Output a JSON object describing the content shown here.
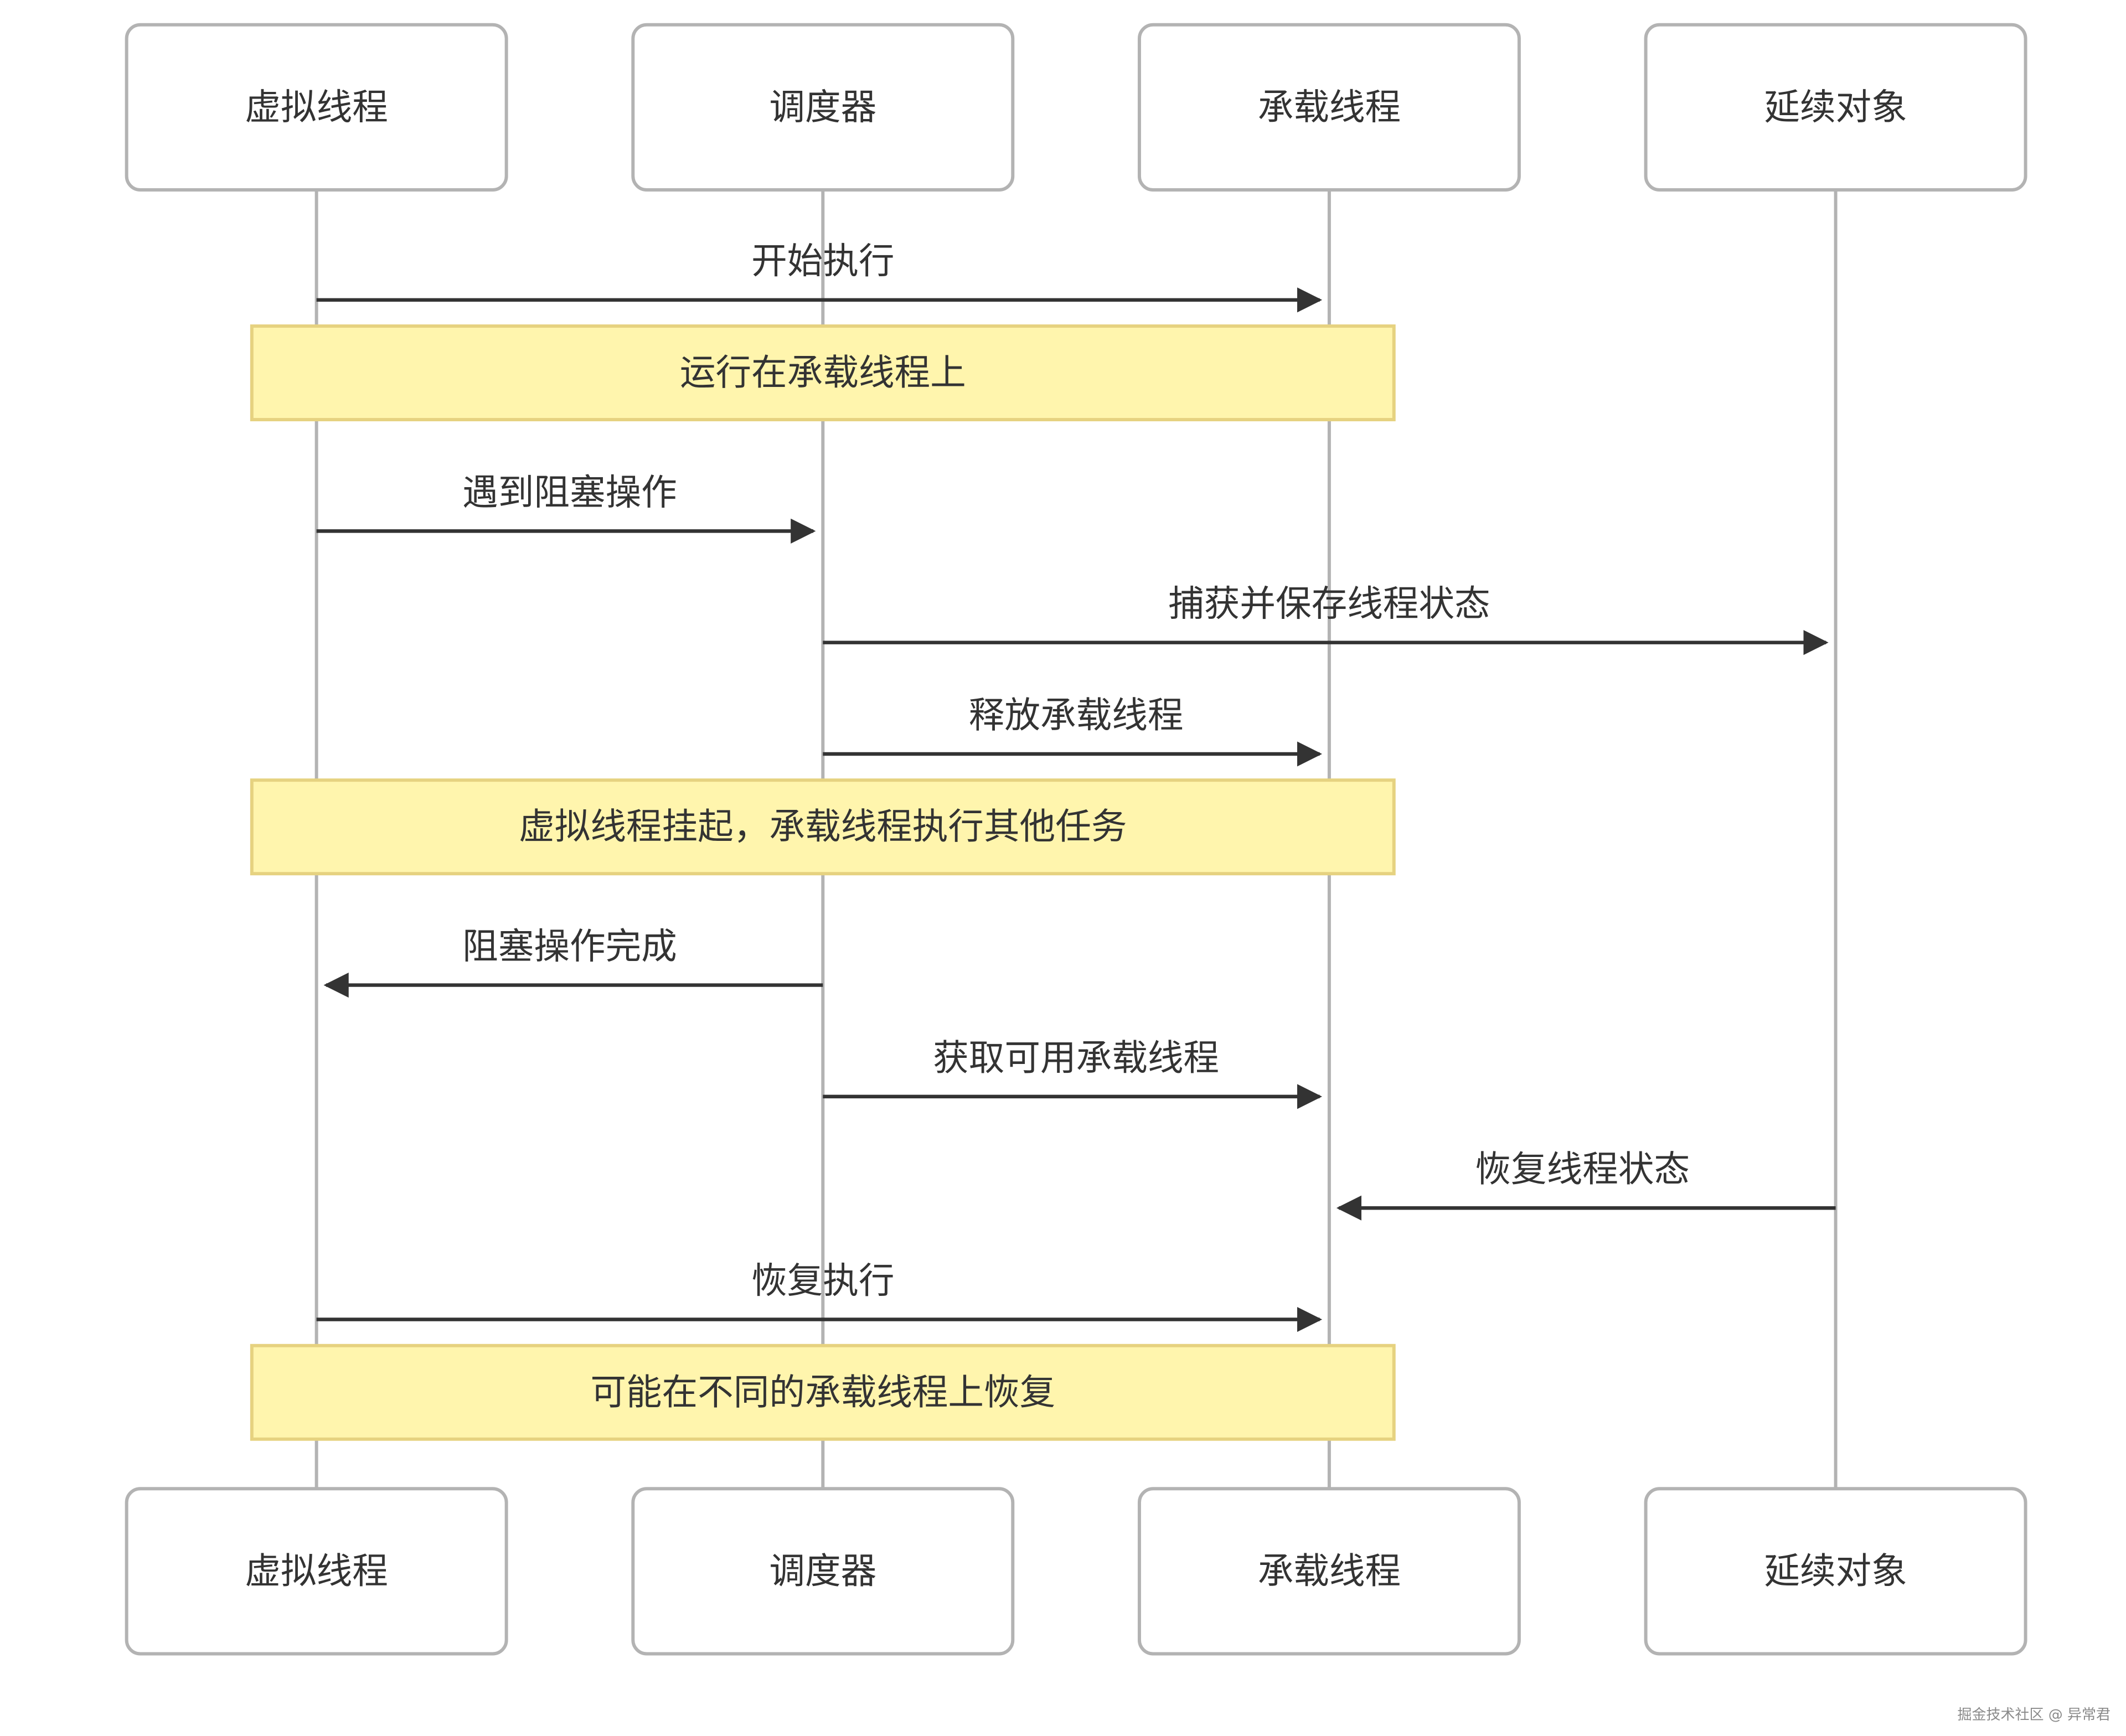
{
  "participants": [
    {
      "id": "virtual_thread",
      "label": "虚拟线程"
    },
    {
      "id": "scheduler",
      "label": "调度器"
    },
    {
      "id": "carrier_thread",
      "label": "承载线程"
    },
    {
      "id": "continuation",
      "label": "延续对象"
    }
  ],
  "steps": [
    {
      "type": "message",
      "from": "virtual_thread",
      "to": "carrier_thread",
      "label": "开始执行"
    },
    {
      "type": "note",
      "from": "virtual_thread",
      "to": "carrier_thread",
      "label": "运行在承载线程上"
    },
    {
      "type": "message",
      "from": "virtual_thread",
      "to": "scheduler",
      "label": "遇到阻塞操作"
    },
    {
      "type": "message",
      "from": "scheduler",
      "to": "continuation",
      "label": "捕获并保存线程状态"
    },
    {
      "type": "message",
      "from": "scheduler",
      "to": "carrier_thread",
      "label": "释放承载线程"
    },
    {
      "type": "note",
      "from": "virtual_thread",
      "to": "carrier_thread",
      "label": "虚拟线程挂起，承载线程执行其他任务"
    },
    {
      "type": "message",
      "from": "scheduler",
      "to": "virtual_thread",
      "label": "阻塞操作完成"
    },
    {
      "type": "message",
      "from": "scheduler",
      "to": "carrier_thread",
      "label": "获取可用承载线程"
    },
    {
      "type": "message",
      "from": "continuation",
      "to": "carrier_thread",
      "label": "恢复线程状态"
    },
    {
      "type": "message",
      "from": "virtual_thread",
      "to": "carrier_thread",
      "label": "恢复执行"
    },
    {
      "type": "note",
      "from": "virtual_thread",
      "to": "carrier_thread",
      "label": "可能在不同的承载线程上恢复"
    }
  ],
  "watermark": "掘金技术社区 @ 异常君",
  "colors": {
    "participant_border": "#b3b3b3",
    "lifeline": "#b3b3b3",
    "arrow": "#333333",
    "text": "#333333",
    "note_fill": "#fff5ad",
    "note_border": "#e6d280"
  }
}
